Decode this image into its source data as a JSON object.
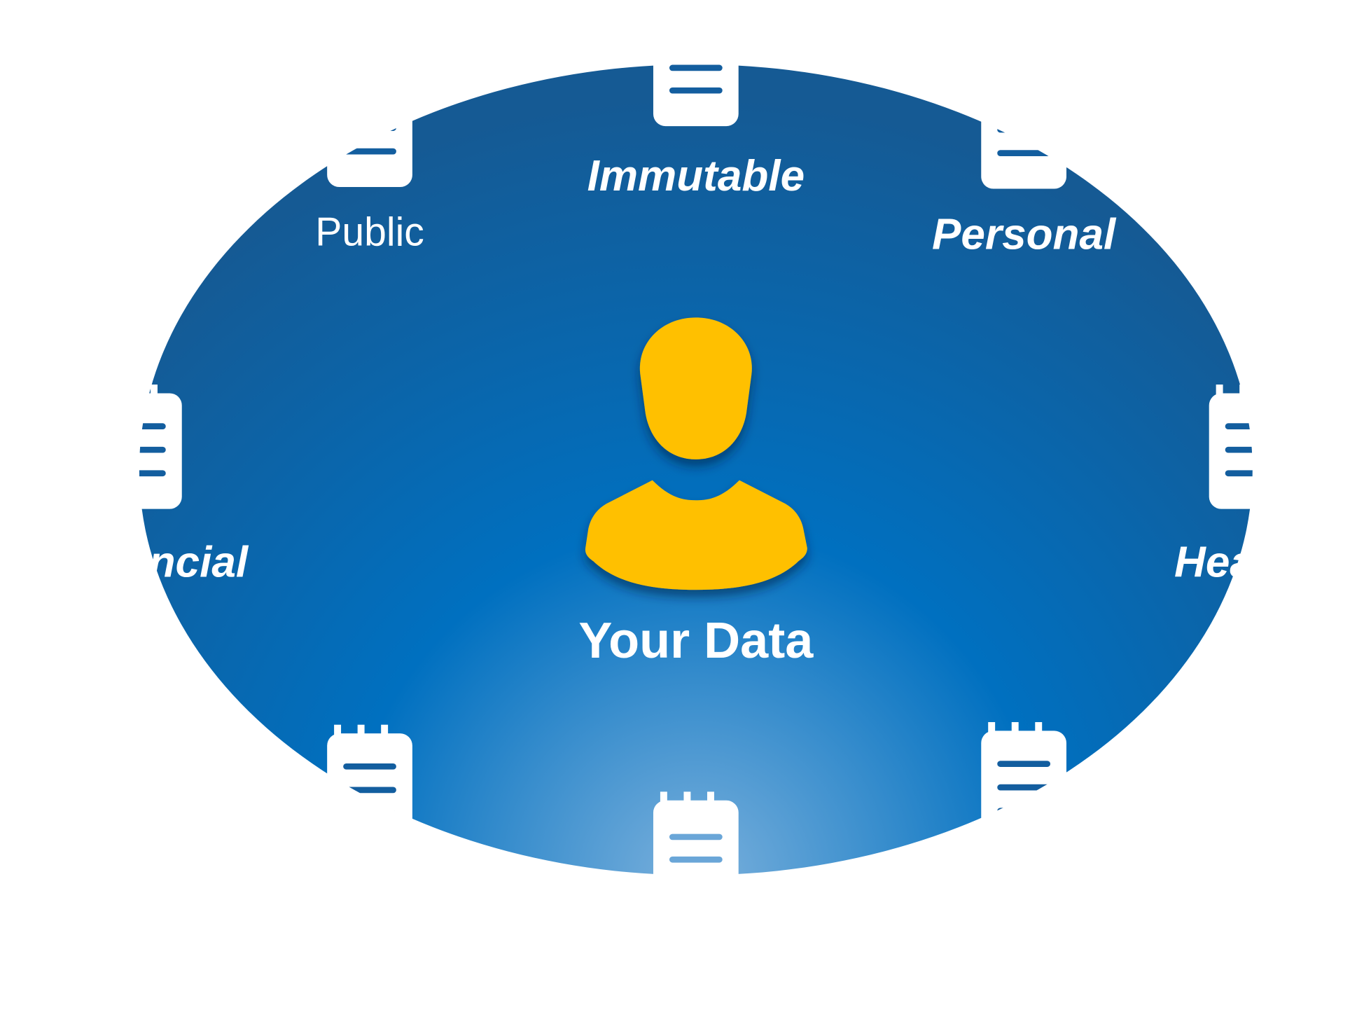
{
  "center": {
    "label": "Your Data",
    "icon": "person-icon"
  },
  "categories": [
    {
      "id": "immutable",
      "label": "Immutable",
      "icon": "clipboard-icon"
    },
    {
      "id": "personal",
      "label": "Personal",
      "icon": "clipboard-icon"
    },
    {
      "id": "health",
      "label": "Health",
      "icon": "clipboard-icon"
    },
    {
      "id": "financial",
      "label": "Financial",
      "icon": "clipboard-icon"
    },
    {
      "id": "public",
      "label": "Public",
      "icon": "clipboard-icon"
    }
  ],
  "colors": {
    "accent_person": "#FFC000",
    "circle_dark": "#155a94",
    "circle_mid": "#0070c0",
    "circle_light": "#7ab0dc",
    "icon": "#ffffff"
  }
}
